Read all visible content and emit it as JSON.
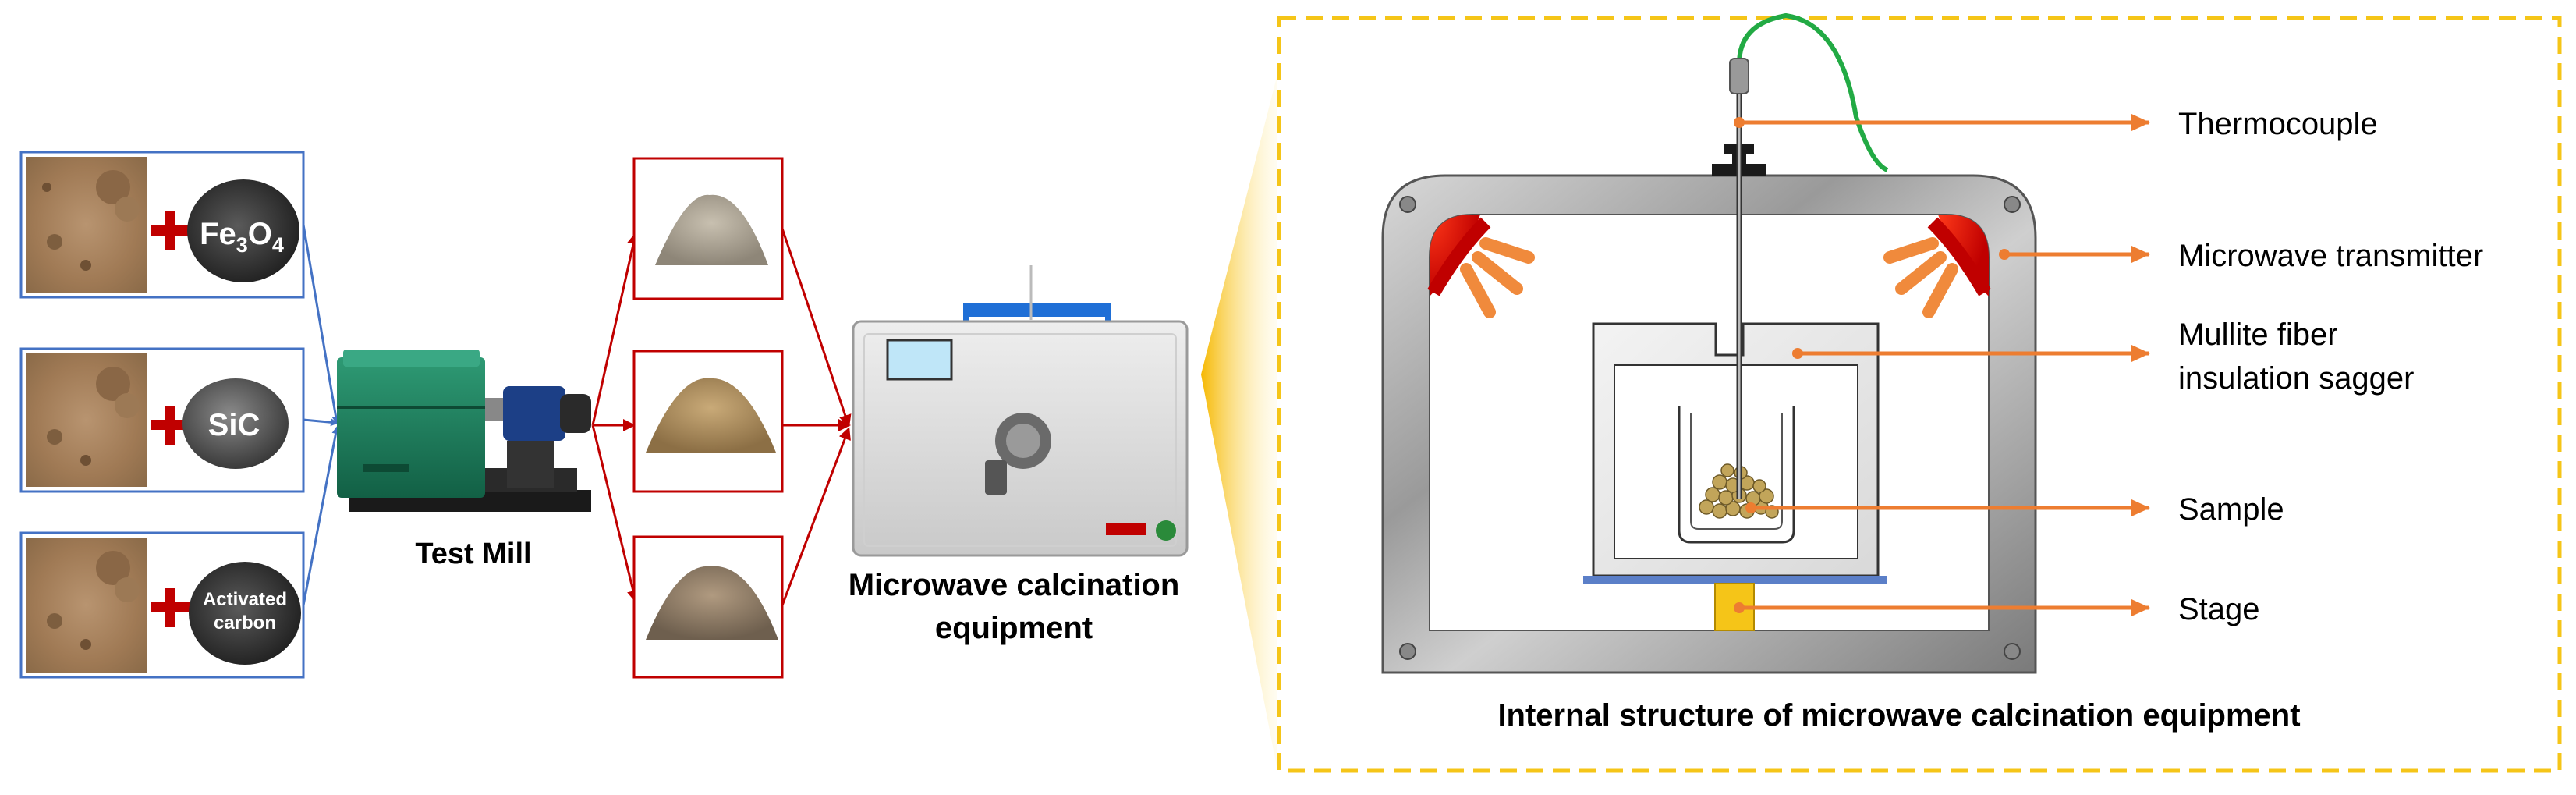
{
  "materials": [
    {
      "additive": "Fe3O4",
      "label_main": "Fe",
      "sub1": "3",
      "mid": "O",
      "sub2": "4"
    },
    {
      "additive": "SiC",
      "label_main": "SiC"
    },
    {
      "additive": "Activated carbon",
      "line1": "Activated",
      "line2": "carbon"
    }
  ],
  "mill_label": "Test Mill",
  "equipment_label": {
    "line1": "Microwave calcination",
    "line2": "equipment"
  },
  "structure": {
    "title": "Internal structure of microwave calcination equipment",
    "callouts": {
      "thermocouple": "Thermocouple",
      "transmitter": "Microwave transmitter",
      "sagger_line1": "Mullite fiber",
      "sagger_line2": "insulation sagger",
      "sample": "Sample",
      "stage": "Stage"
    }
  },
  "colors": {
    "blue_frame": "#4472c4",
    "red_frame": "#c00000",
    "plus": "#c00000",
    "callout": "#ed7d31",
    "dash_frame": "#f5c518",
    "wire": "#22aa44"
  }
}
